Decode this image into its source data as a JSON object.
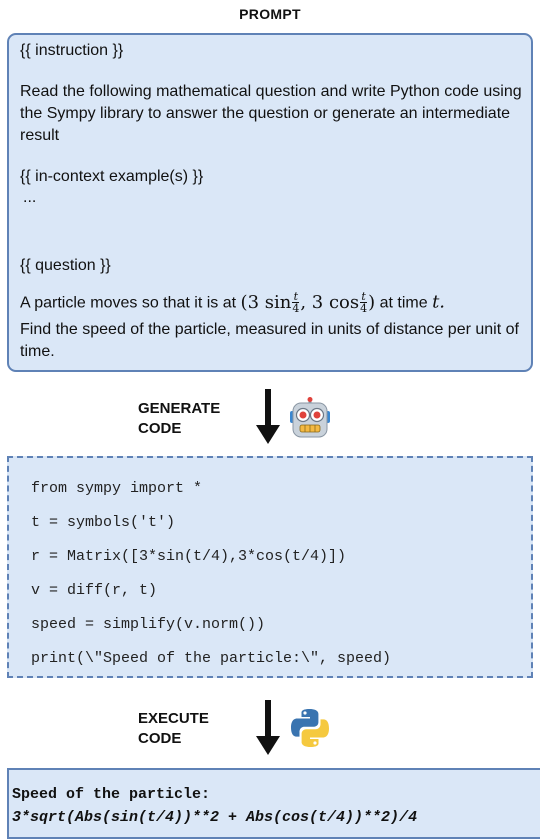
{
  "title": "PROMPT",
  "prompt": {
    "instruction_tag": "{{ instruction }}",
    "instruction_text": "Read the following mathematical question and write Python code using the Sympy library to answer the question or generate an intermediate result",
    "examples_tag": "{{ in-context example(s) }}",
    "ellipsis": "...",
    "question_tag": "{{ question }}",
    "question_before": "A particle moves so that it is at",
    "question_after": "at time",
    "question_var": "t.",
    "question_rest": "Find the speed of the particle, measured in units of distance per unit of time.",
    "math": {
      "open": "(3 sin",
      "mid": ", 3 cos",
      "close": ")",
      "num": "t",
      "den": "4"
    }
  },
  "generate": {
    "label_1": "GENERATE",
    "label_2": "CODE",
    "icon": "robot-icon"
  },
  "code_lines": [
    "from sympy import *",
    "t = symbols('t')",
    "r = Matrix([3*sin(t/4),3*cos(t/4)])",
    "v = diff(r, t)",
    "speed = simplify(v.norm())",
    "print(\\\"Speed of the particle:\\\", speed)"
  ],
  "execute": {
    "label_1": "EXECUTE",
    "label_2": "CODE",
    "icon": "python-logo-icon"
  },
  "output": {
    "line_1": "Speed of the particle:",
    "line_2": "3*sqrt(Abs(sin(t/4))**2 + Abs(cos(t/4))**2)/4"
  },
  "colors": {
    "box_fill": "#dae7f7",
    "box_border": "#5f82b6"
  }
}
